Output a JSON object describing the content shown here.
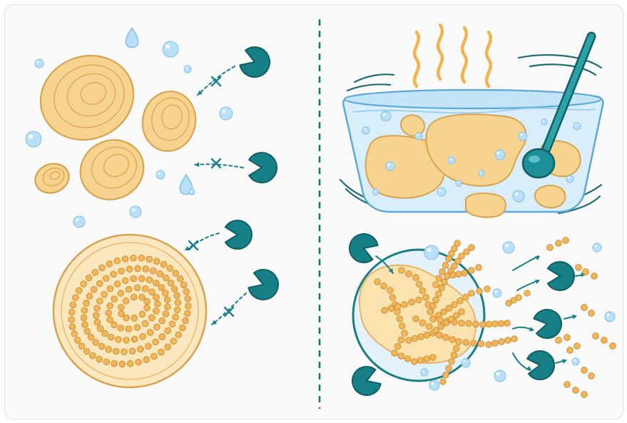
{
  "colors": {
    "starch": "#f6d48f",
    "starch_light": "#fbe3b0",
    "starch_outline": "#d9a24c",
    "ring": "#e8b466",
    "bead": "#f2b65a",
    "bead_outline": "#c98a2e",
    "enzyme": "#177f86",
    "enzyme_outline": "#0f5f64",
    "water": "#d9eefb",
    "water_outline": "#8ec6ea",
    "bubble": "#b9e0f8",
    "steam": "#f4b24d",
    "divider": "#1f6c72",
    "background": "#fafafa"
  },
  "icons": {
    "enzyme": "enzyme-pacman-icon",
    "blocked": "x-mark-icon",
    "water_drop": "water-drop-icon",
    "bubble": "bubble-icon",
    "steam": "steam-wave-icon",
    "spoon": "spoon-icon"
  },
  "panels": [
    {
      "id": "raw-starch",
      "side": "left",
      "text": ""
    },
    {
      "id": "gelatinized-starch",
      "side": "right",
      "text": ""
    }
  ]
}
